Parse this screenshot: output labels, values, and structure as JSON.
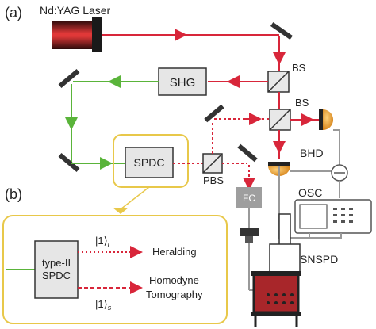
{
  "panel_labels": {
    "a": "(a)",
    "b": "(b)"
  },
  "components": {
    "laser": "Nd:YAG Laser",
    "shg": "SHG",
    "spdc": "SPDC",
    "bs1": "BS",
    "bs2": "BS",
    "pbs": "PBS",
    "fc": "FC",
    "bhd": "BHD",
    "osc": "OSC",
    "snspd": "SNSPD"
  },
  "inset": {
    "box_line1": "type-II",
    "box_line2": "SPDC",
    "idler_state": "|1⟩",
    "idler_sub": "i",
    "signal_state": "|1⟩",
    "signal_sub": "s",
    "heralding": "Heralding",
    "homodyne1": "Homodyne",
    "homodyne2": "Tomography"
  },
  "colors": {
    "laser_beam": "#d8263a",
    "green_beam": "#5ab43a",
    "inset_border": "#e8c84a",
    "cryostat": "#a8262a",
    "detector": "#e6a21a"
  }
}
